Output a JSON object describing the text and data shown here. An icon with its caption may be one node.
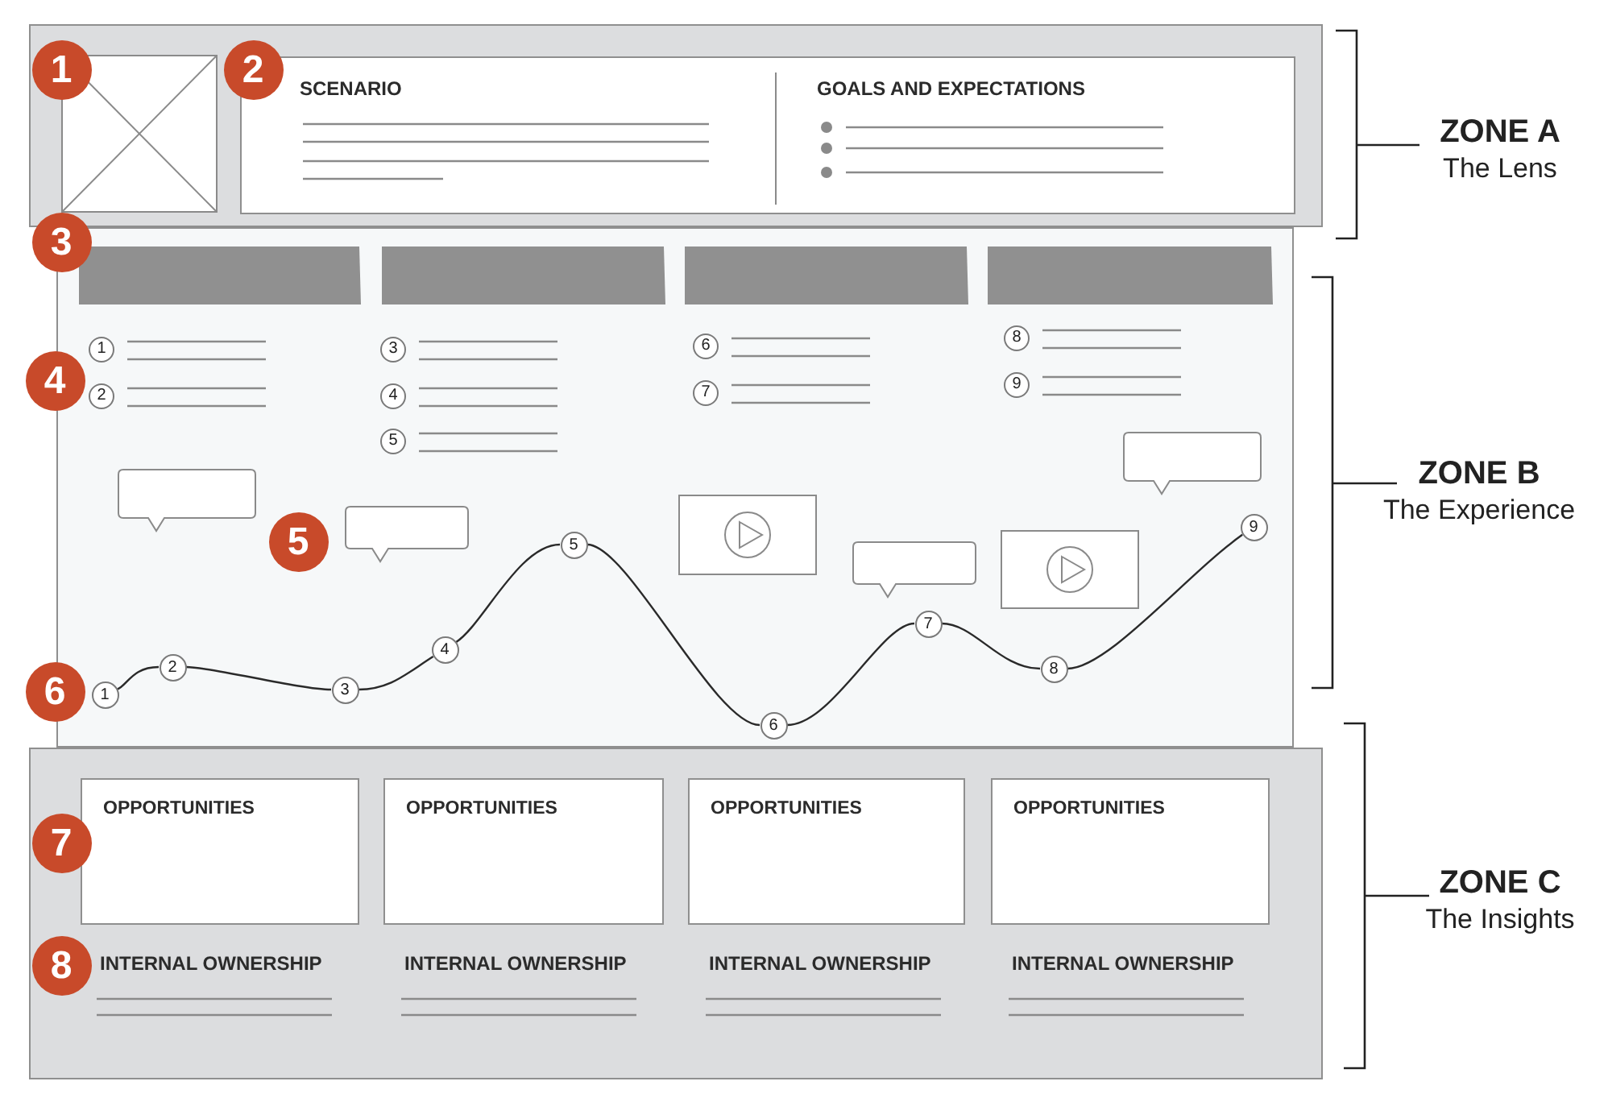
{
  "diagram": {
    "nodes": [
      {
        "text": [],
        "shape": "box",
        "beside": [
          "ZONE A",
          "The Lens"
        ]
      },
      {
        "text": [
          "SCENARIO",
          "GOALS AND EXPECTATIONS"
        ],
        "in": 0
      },
      {
        "text": [],
        "shape": "box",
        "beside": [
          "ZONE B",
          "The Experience"
        ]
      },
      {
        "text": [
          "1"
        ],
        "in": 2
      },
      {
        "text": [
          "2"
        ],
        "in": 2
      },
      {
        "text": [
          "3"
        ],
        "in": 2
      },
      {
        "text": [
          "4"
        ],
        "in": 2
      },
      {
        "text": [
          "5"
        ],
        "in": 2
      },
      {
        "text": [
          "6"
        ],
        "in": 2
      },
      {
        "text": [
          "7"
        ],
        "in": 2
      },
      {
        "text": [
          "8"
        ],
        "in": 2
      },
      {
        "text": [
          "9"
        ],
        "in": 2
      },
      {
        "text": [
          "1"
        ],
        "in": 2
      },
      {
        "text": [
          "2"
        ],
        "in": 2
      },
      {
        "text": [
          "3"
        ],
        "in": 2
      },
      {
        "text": [
          "4"
        ],
        "in": 2
      },
      {
        "text": [
          "5"
        ],
        "in": 2
      },
      {
        "text": [
          "6"
        ],
        "in": 2
      },
      {
        "text": [
          "7"
        ],
        "in": 2
      },
      {
        "text": [
          "8"
        ],
        "in": 2
      },
      {
        "text": [
          "9"
        ],
        "in": 2
      },
      {
        "text": [],
        "shape": "box",
        "beside": [
          "ZONE C",
          "The Insights"
        ]
      },
      {
        "text": [
          "OPPORTUNITIES"
        ],
        "in": 21
      },
      {
        "text": [
          "OPPORTUNITIES"
        ],
        "in": 21
      },
      {
        "text": [
          "OPPORTUNITIES"
        ],
        "in": 21
      },
      {
        "text": [
          "OPPORTUNITIES"
        ],
        "in": 21
      }
    ],
    "edges": [
      {
        "from": 12,
        "to": 13,
        "arrow": "none"
      },
      {
        "from": 13,
        "to": 14,
        "arrow": "none"
      },
      {
        "from": 14,
        "to": 15,
        "arrow": "none"
      },
      {
        "from": 15,
        "to": 16,
        "arrow": "none"
      },
      {
        "from": 16,
        "to": 17,
        "arrow": "none"
      },
      {
        "from": 17,
        "to": 18,
        "arrow": "none"
      },
      {
        "from": 18,
        "to": 19,
        "arrow": "none"
      },
      {
        "from": 19,
        "to": 20,
        "arrow": "none"
      }
    ],
    "labels": [
      "1",
      "2",
      "3",
      "4",
      "5",
      "6",
      "7",
      "8",
      "INTERNAL OWNERSHIP",
      "INTERNAL OWNERSHIP",
      "INTERNAL OWNERSHIP",
      "INTERNAL OWNERSHIP"
    ]
  }
}
